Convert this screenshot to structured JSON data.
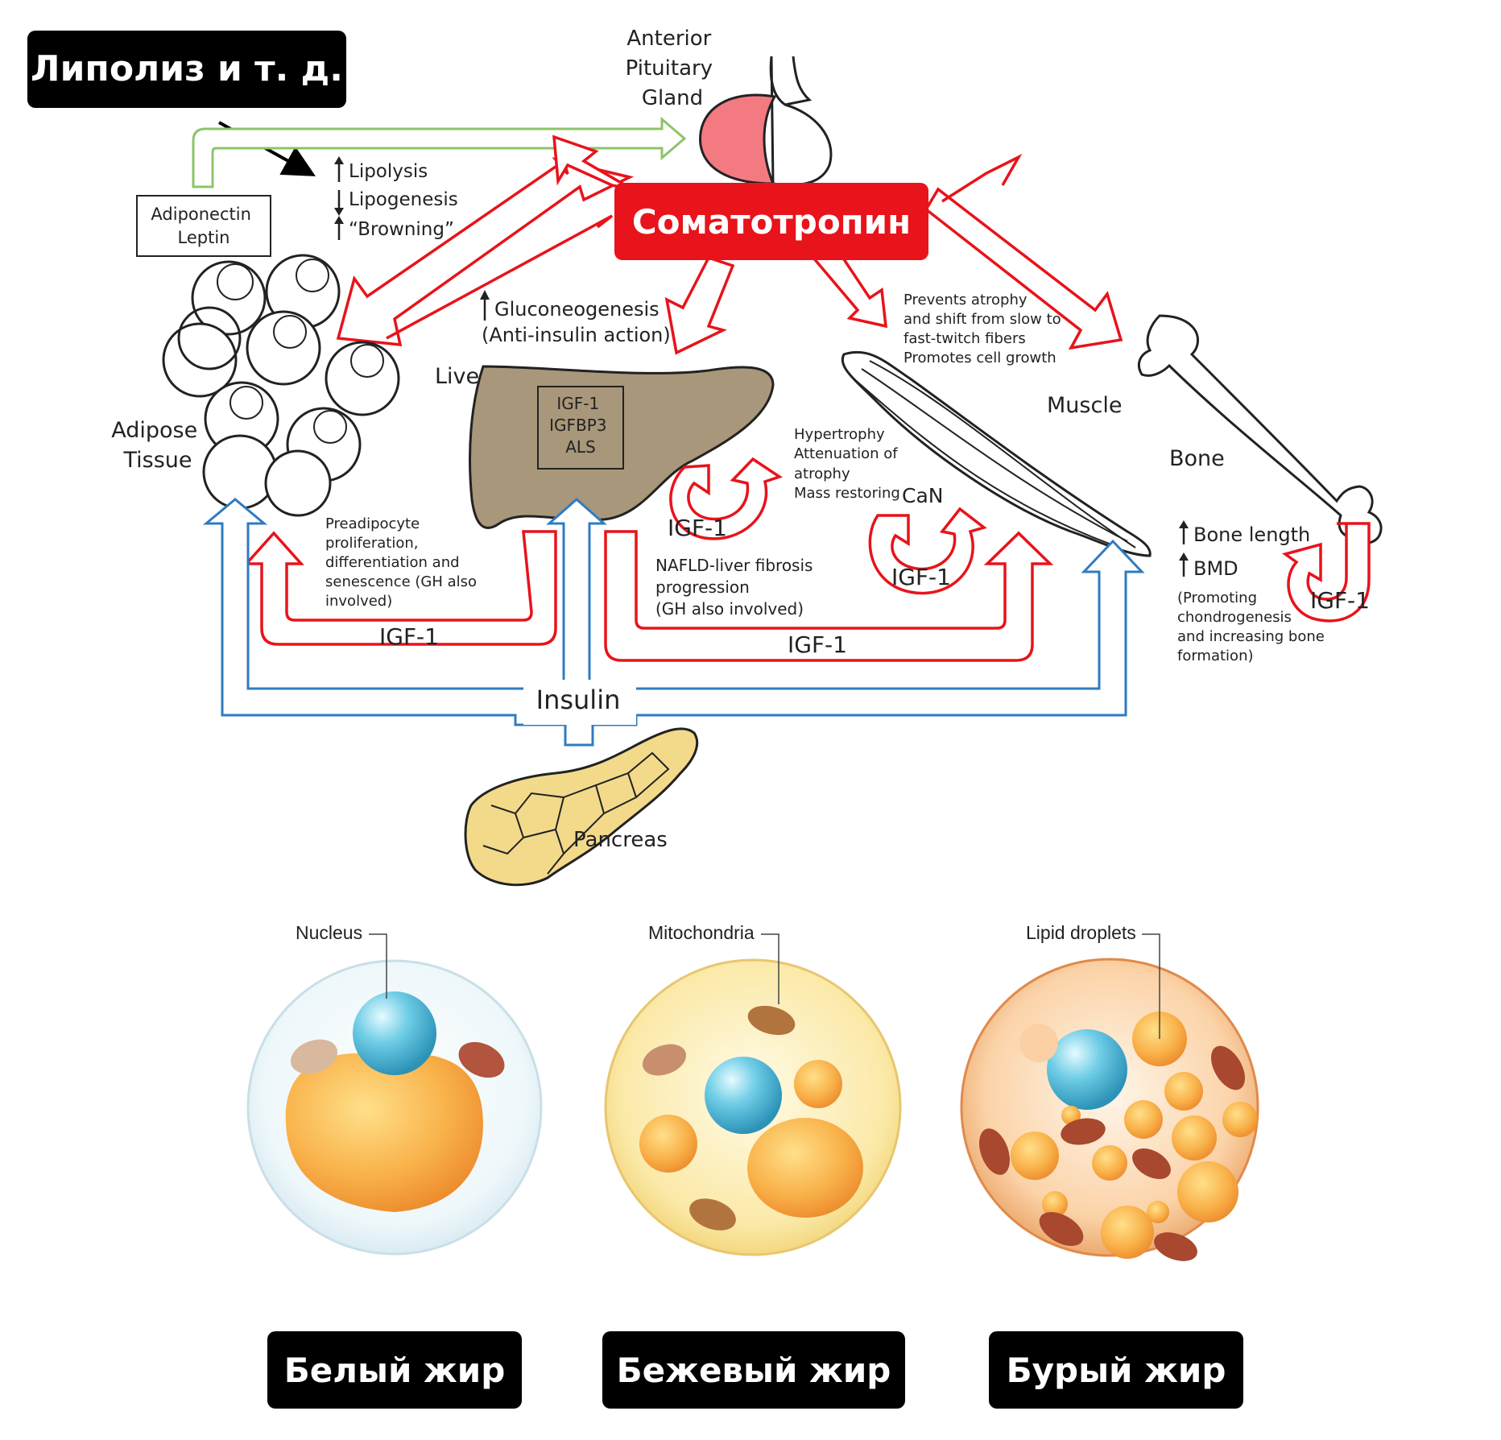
{
  "header_badge": "Липолиз и т. д.",
  "hormone_badge": "Соматотропин",
  "pituitary": {
    "lines": [
      "Anterior",
      "Pituitary",
      "Gland"
    ]
  },
  "adipokines": {
    "lines": [
      "Adiponectin",
      "Leptin"
    ]
  },
  "adipose_effects": [
    "Lipolysis",
    "Lipogenesis",
    "“Browning”"
  ],
  "adipose_label": [
    "Adipose",
    "Tissue"
  ],
  "liver": {
    "effects": [
      "Gluconeogenesis",
      "(Anti-insulin action)"
    ],
    "label": "Liver",
    "box": [
      "IGF-1",
      "IGFBP3",
      "ALS"
    ]
  },
  "muscle": {
    "effects": [
      "Prevents atrophy",
      "and shift from slow to",
      "fast-twitch fibers",
      "Promotes cell growth"
    ],
    "label": "Muscle",
    "igf_effects": [
      "Hypertrophy",
      "Attenuation of",
      "atrophy",
      "Mass restoring"
    ],
    "can": "CaN"
  },
  "bone": {
    "label": "Bone",
    "effects": [
      "Bone length",
      "BMD"
    ],
    "notes": [
      "(Promoting",
      "chondrogenesis",
      "and increasing bone",
      "formation)"
    ]
  },
  "preadipocyte": [
    "Preadipocyte",
    "proliferation,",
    "differentiation and",
    "senescence (GH also",
    "involved)"
  ],
  "nafld": [
    "NAFLD-liver fibrosis",
    "progression",
    " (GH also involved)"
  ],
  "igf1": "IGF-1",
  "insulin": "Insulin",
  "pancreas": "Pancreas",
  "cell_labels": {
    "nucleus": "Nucleus",
    "mitochondria": "Mitochondria",
    "lipid": "Lipid droplets"
  },
  "fat_types": [
    "Белый жир",
    "Бежевый жир",
    "Бурый жир"
  ],
  "colors": {
    "red": "#e8131b",
    "blue": "#2f7bc1",
    "green": "#8cc46a",
    "liver": "#a8977a",
    "pancreas": "#f3da8b",
    "badge": "#000000"
  }
}
